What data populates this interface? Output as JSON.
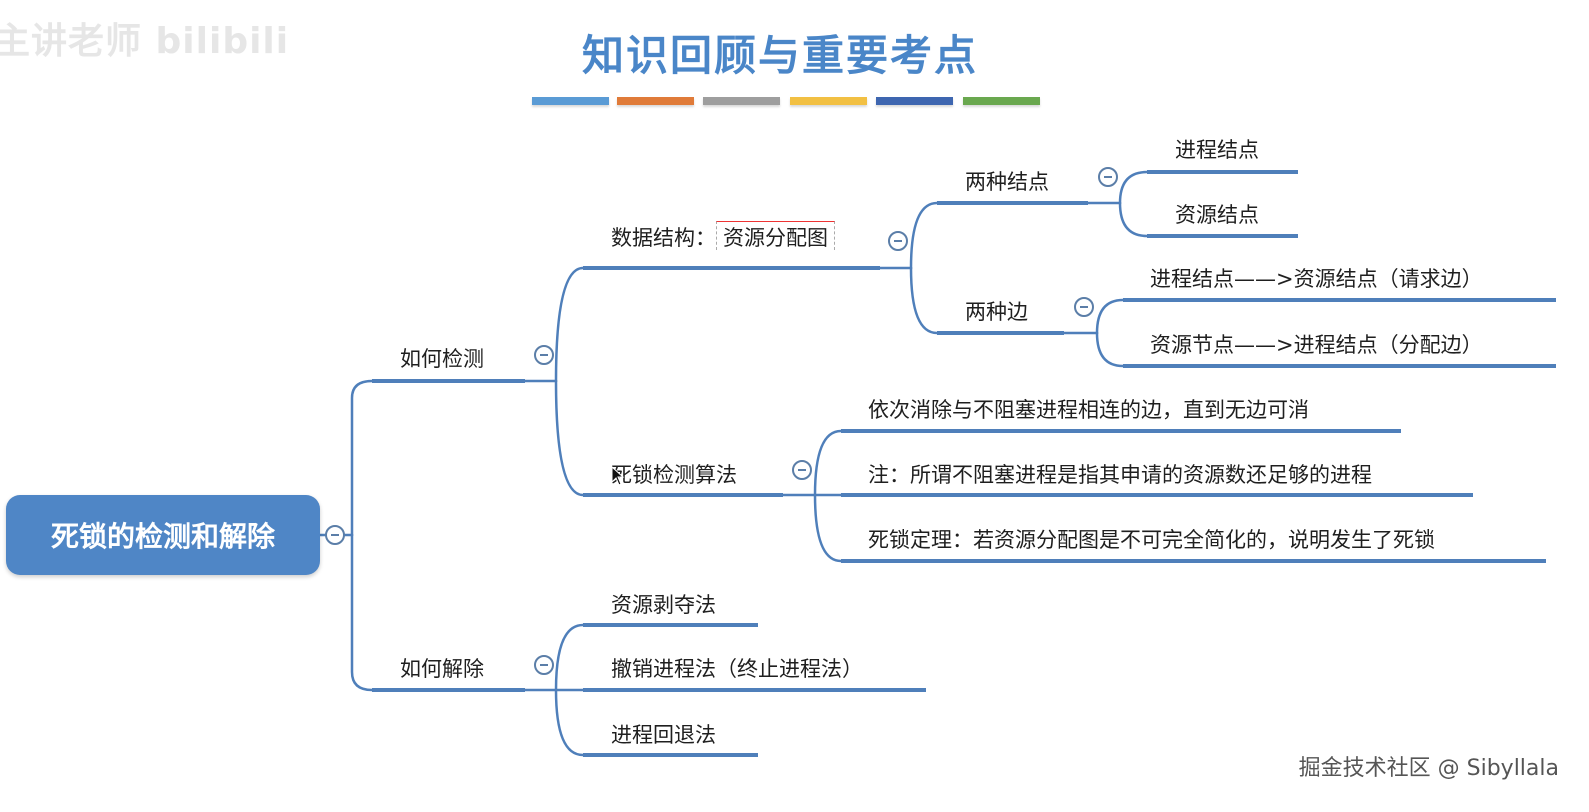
{
  "watermark_top_left": "主讲老师 bilibili",
  "watermark_bottom_right": "掘金技术社区 @ Sibyllala",
  "title": "知识回顾与重要考点",
  "title_color": "#4a86c8",
  "accent_bars": [
    "#5a9bd5",
    "#e07b39",
    "#9e9e9e",
    "#f2c043",
    "#3e66b0",
    "#6aa84f"
  ],
  "line_color": "#4f7fba",
  "root": {
    "label": "死锁的检测和解除"
  },
  "detect": {
    "label": "如何检测",
    "data_structure": {
      "label_prefix": "数据结构：",
      "label_selected": "资源分配图",
      "node_types": {
        "label": "两种结点",
        "items": [
          "进程结点",
          "资源结点"
        ]
      },
      "edge_types": {
        "label": "两种边",
        "items": [
          "进程结点——>资源结点（请求边）",
          "资源节点——>进程结点（分配边）"
        ]
      }
    },
    "algorithm": {
      "label": "死锁检测算法",
      "items": [
        "依次消除与不阻塞进程相连的边，直到无边可消",
        "注：所谓不阻塞进程是指其申请的资源数还足够的进程",
        "死锁定理：若资源分配图是不可完全简化的，说明发生了死锁"
      ]
    }
  },
  "resolve": {
    "label": "如何解除",
    "items": [
      "资源剥夺法",
      "撤销进程法（终止进程法）",
      "进程回退法"
    ]
  }
}
